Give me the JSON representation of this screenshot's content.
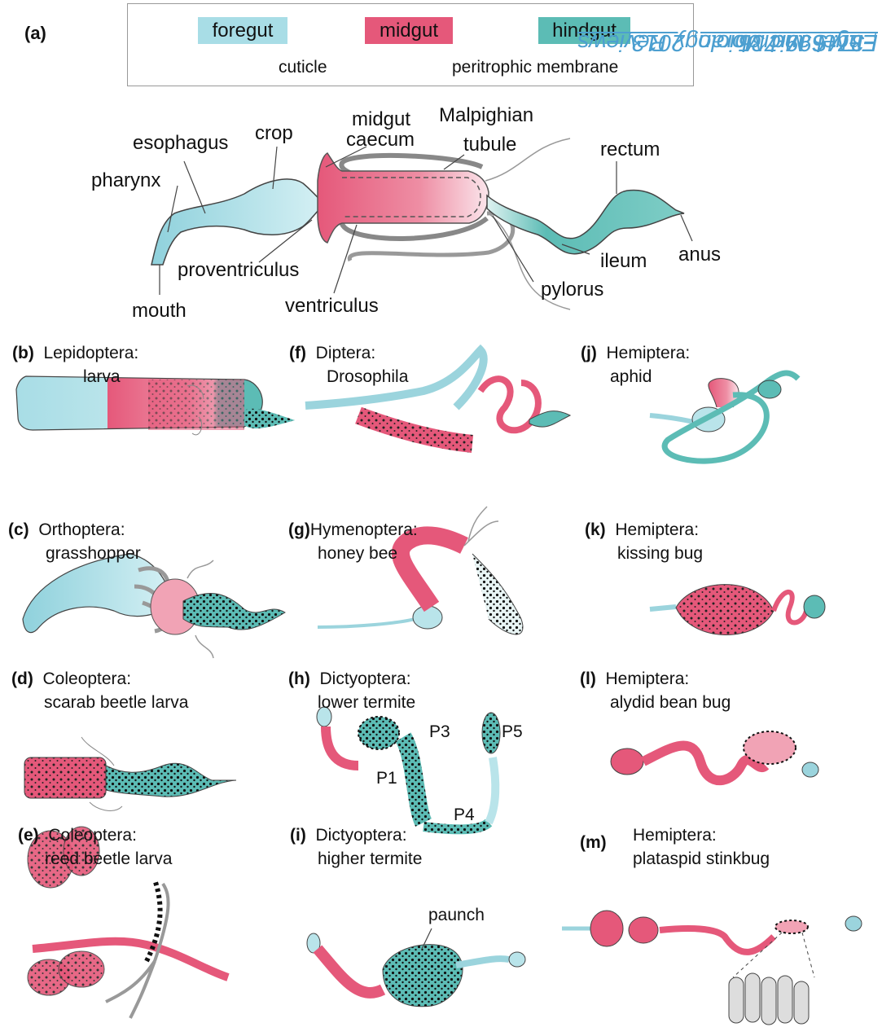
{
  "colors": {
    "foregut": "#a8dde6",
    "midgut": "#e5587a",
    "hindgut": "#5cbcb5",
    "text": "#111111",
    "citation": "#4c9fd0"
  },
  "legend": {
    "foregut": "foregut",
    "midgut": "midgut",
    "hindgut": "hindgut",
    "cuticle": "cuticle",
    "peritrophic": "peritrophic membrane"
  },
  "panel_a": {
    "letter": "(a)",
    "labels": {
      "pharynx": "pharynx",
      "esophagus": "esophagus",
      "crop": "crop",
      "midgut_caecum_1": "midgut",
      "midgut_caecum_2": "caecum",
      "malpighian_1": "Malpighian",
      "malpighian_2": "tubule",
      "rectum": "rectum",
      "mouth": "mouth",
      "proventriculus": "proventriculus",
      "ventriculus": "ventriculus",
      "pylorus": "pylorus",
      "ileum": "ileum",
      "anus": "anus"
    }
  },
  "panels": {
    "b": {
      "letter": "(b)",
      "line1": "Lepidoptera:",
      "line2": "larva"
    },
    "c": {
      "letter": "(c)",
      "line1": "Orthoptera:",
      "line2": "grasshopper"
    },
    "d": {
      "letter": "(d)",
      "line1": "Coleoptera:",
      "line2": "scarab beetle larva"
    },
    "e": {
      "letter": "(e)",
      "line1": "Coleoptera:",
      "line2": "reed beetle larva"
    },
    "f": {
      "letter": "(f)",
      "line1": "Diptera:",
      "line2": "Drosophila"
    },
    "g": {
      "letter": "(g)",
      "line1": "Hymenoptera:",
      "line2": "honey bee"
    },
    "h": {
      "letter": "(h)",
      "line1": "Dictyoptera:",
      "line2": "lower termite"
    },
    "i": {
      "letter": "(i)",
      "line1": "Dictyoptera:",
      "line2": "higher termite"
    },
    "j": {
      "letter": "(j)",
      "line1": "Hemiptera:",
      "line2": "aphid"
    },
    "k": {
      "letter": "(k)",
      "line1": "Hemiptera:",
      "line2": "kissing bug"
    },
    "l": {
      "letter": "(l)",
      "line1": "Hemiptera:",
      "line2": "alydid bean bug"
    },
    "m": {
      "letter": "(m)",
      "line1": "Hemiptera:",
      "line2": "plataspid stinkbug"
    }
  },
  "termite_labels": {
    "p1": "P1",
    "p3": "P3",
    "p4": "P4",
    "p5": "P5",
    "paunch": "paunch"
  },
  "citation": {
    "prefix": "Engel and Moran, 2013, ",
    "journal": "FEMS Microbiology Reviews",
    "suffix": ", 37: 699-735"
  }
}
